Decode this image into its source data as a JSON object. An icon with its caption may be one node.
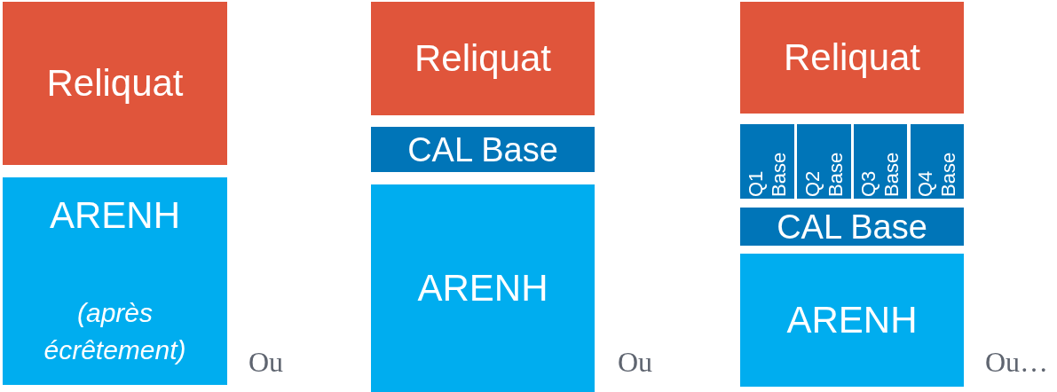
{
  "diagram": {
    "nodes": [
      {
        "text": [
          "Reliquat"
        ]
      },
      {
        "text": [
          "ARENH",
          "(après écrêtement)"
        ]
      },
      {
        "text": [
          "Reliquat"
        ]
      },
      {
        "text": [
          "CAL Base"
        ]
      },
      {
        "text": [
          "ARENH"
        ]
      },
      {
        "text": [
          "Reliquat"
        ]
      },
      {
        "text": [
          "Q1 Base"
        ]
      },
      {
        "text": [
          "Q2 Base"
        ]
      },
      {
        "text": [
          "Q3 Base"
        ]
      },
      {
        "text": [
          "Q4 Base"
        ]
      },
      {
        "text": [
          "CAL Base"
        ]
      },
      {
        "text": [
          "ARENH"
        ]
      }
    ],
    "labels": [
      "Ou",
      "Ou",
      "Ou…"
    ]
  }
}
